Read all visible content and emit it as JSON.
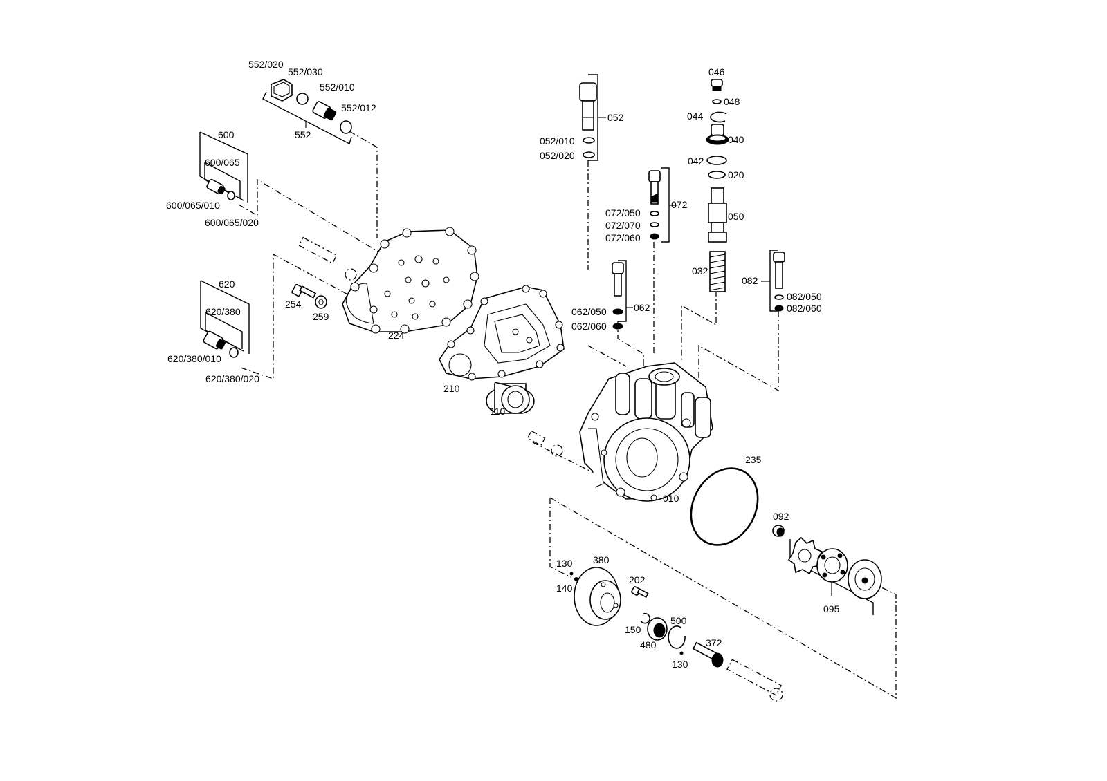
{
  "parts": [
    {
      "id": "p552_020",
      "label": "552/020"
    },
    {
      "id": "p552_030",
      "label": "552/030"
    },
    {
      "id": "p552_010",
      "label": "552/010"
    },
    {
      "id": "p552_012",
      "label": "552/012"
    },
    {
      "id": "p552",
      "label": "552"
    },
    {
      "id": "p600",
      "label": "600"
    },
    {
      "id": "p600_065",
      "label": "600/065"
    },
    {
      "id": "p600_065_010",
      "label": "600/065/010"
    },
    {
      "id": "p600_065_020",
      "label": "600/065/020"
    },
    {
      "id": "p620",
      "label": "620"
    },
    {
      "id": "p620_380",
      "label": "620/380"
    },
    {
      "id": "p620_380_010",
      "label": "620/380/010"
    },
    {
      "id": "p620_380_020",
      "label": "620/380/020"
    },
    {
      "id": "p254",
      "label": "254"
    },
    {
      "id": "p259",
      "label": "259"
    },
    {
      "id": "p224",
      "label": "224"
    },
    {
      "id": "p210",
      "label": "210"
    },
    {
      "id": "p110",
      "label": "110"
    },
    {
      "id": "p052",
      "label": "052"
    },
    {
      "id": "p052_010",
      "label": "052/010"
    },
    {
      "id": "p052_020",
      "label": "052/020"
    },
    {
      "id": "p072",
      "label": "072"
    },
    {
      "id": "p072_050",
      "label": "072/050"
    },
    {
      "id": "p072_070",
      "label": "072/070"
    },
    {
      "id": "p072_060",
      "label": "072/060"
    },
    {
      "id": "p062",
      "label": "062"
    },
    {
      "id": "p062_050",
      "label": "062/050"
    },
    {
      "id": "p062_060",
      "label": "062/060"
    },
    {
      "id": "p046",
      "label": "046"
    },
    {
      "id": "p048",
      "label": "048"
    },
    {
      "id": "p044",
      "label": "044"
    },
    {
      "id": "p040",
      "label": "040"
    },
    {
      "id": "p042",
      "label": "042"
    },
    {
      "id": "p020",
      "label": "020"
    },
    {
      "id": "p050",
      "label": "050"
    },
    {
      "id": "p032",
      "label": "032"
    },
    {
      "id": "p082",
      "label": "082"
    },
    {
      "id": "p082_050",
      "label": "082/050"
    },
    {
      "id": "p082_060",
      "label": "082/060"
    },
    {
      "id": "p010",
      "label": "010"
    },
    {
      "id": "p235",
      "label": "235"
    },
    {
      "id": "p092",
      "label": "092"
    },
    {
      "id": "p095",
      "label": "095"
    },
    {
      "id": "p130a",
      "label": "130"
    },
    {
      "id": "p380",
      "label": "380"
    },
    {
      "id": "p140",
      "label": "140"
    },
    {
      "id": "p202",
      "label": "202"
    },
    {
      "id": "p150",
      "label": "150"
    },
    {
      "id": "p480",
      "label": "480"
    },
    {
      "id": "p500",
      "label": "500"
    },
    {
      "id": "p372",
      "label": "372"
    },
    {
      "id": "p130b",
      "label": "130"
    }
  ]
}
